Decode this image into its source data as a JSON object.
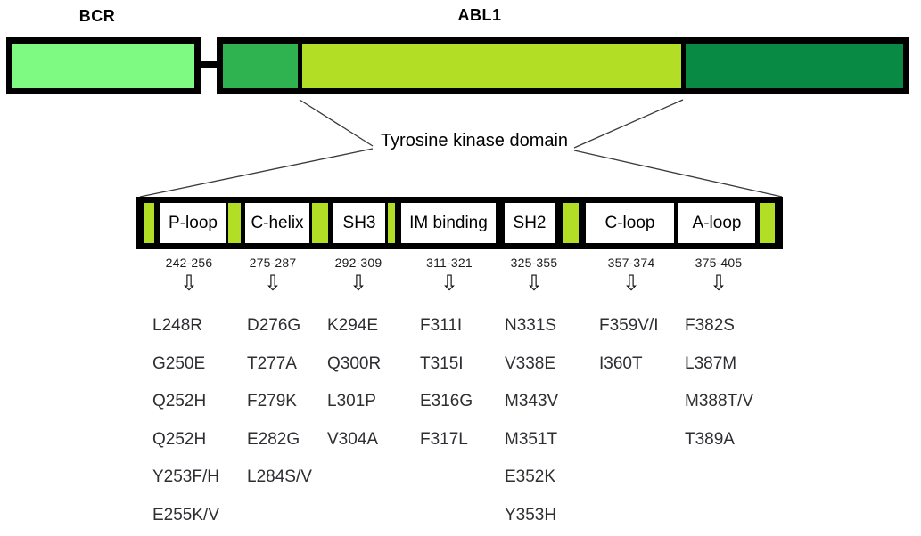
{
  "figure": {
    "title_left": "BCR",
    "title_right": "ABL1",
    "kinase_caption": "Tyrosine kinase domain",
    "icons": {
      "down_arrow": "⇩"
    },
    "colors": {
      "bcr_fill": "#7EFA82",
      "abl1_nterm_fill": "#2FB250",
      "abl1_kinase_fill": "#B2DF25",
      "abl1_cterm_fill": "#088A44",
      "outline": "#000000",
      "domain_box_fill": "#FFFFFF"
    },
    "domains": [
      {
        "name": "P-loop",
        "range": "242-256",
        "mutations": [
          "L248R",
          "G250E",
          "Q252H",
          "Q252H",
          "Y253F/H",
          "E255K/V"
        ]
      },
      {
        "name": "C-helix",
        "range": "275-287",
        "mutations": [
          "D276G",
          "T277A",
          "F279K",
          "E282G",
          "L284S/V"
        ]
      },
      {
        "name": "SH3",
        "range": "292-309",
        "mutations": [
          "K294E",
          "Q300R",
          "L301P",
          "V304A"
        ]
      },
      {
        "name": "IM binding",
        "range": "311-321",
        "mutations": [
          "F311I",
          "T315I",
          "E316G",
          "F317L"
        ]
      },
      {
        "name": "SH2",
        "range": "325-355",
        "mutations": [
          "N331S",
          "V338E",
          "M343V",
          "M351T",
          "E352K",
          "Y353H"
        ]
      },
      {
        "name": "C-loop",
        "range": "357-374",
        "mutations": [
          "F359V/I",
          "I360T"
        ]
      },
      {
        "name": "A-loop",
        "range": "375-405",
        "mutations": [
          "F382S",
          "L387M",
          "M388T/V",
          "T389A"
        ]
      }
    ]
  }
}
